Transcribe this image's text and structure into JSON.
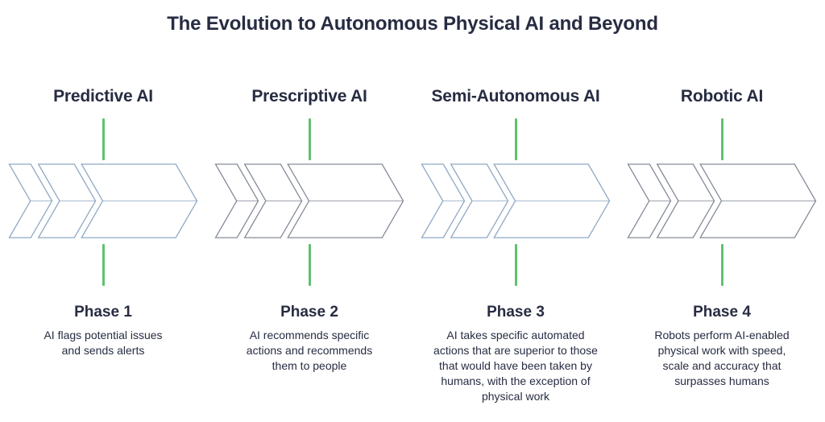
{
  "title": "The Evolution to Autonomous Physical AI and Beyond",
  "colors": {
    "background": "#ffffff",
    "text": "#272c42",
    "accent_green": "#5fc170",
    "chevron_blue": "#8fa9c4",
    "chevron_gray": "#858b99"
  },
  "columns": [
    {
      "title": "Predictive AI",
      "phase": "Phase 1",
      "description": "AI flags potential issues\nand sends alerts",
      "chevron_style": "blue"
    },
    {
      "title": "Prescriptive AI",
      "phase": "Phase 2",
      "description": "AI recommends specific\nactions and recommends\nthem to people",
      "chevron_style": "gray"
    },
    {
      "title": "Semi-Autonomous AI",
      "phase": "Phase 3",
      "description": "AI takes specific automated\nactions that are superior to those\nthat would have been taken by\nhumans, with the exception of\nphysical work",
      "chevron_style": "blue"
    },
    {
      "title": "Robotic AI",
      "phase": "Phase 4",
      "description": "Robots perform AI-enabled\nphysical work with speed,\nscale and accuracy that\nsurpasses humans",
      "chevron_style": "gray"
    }
  ]
}
